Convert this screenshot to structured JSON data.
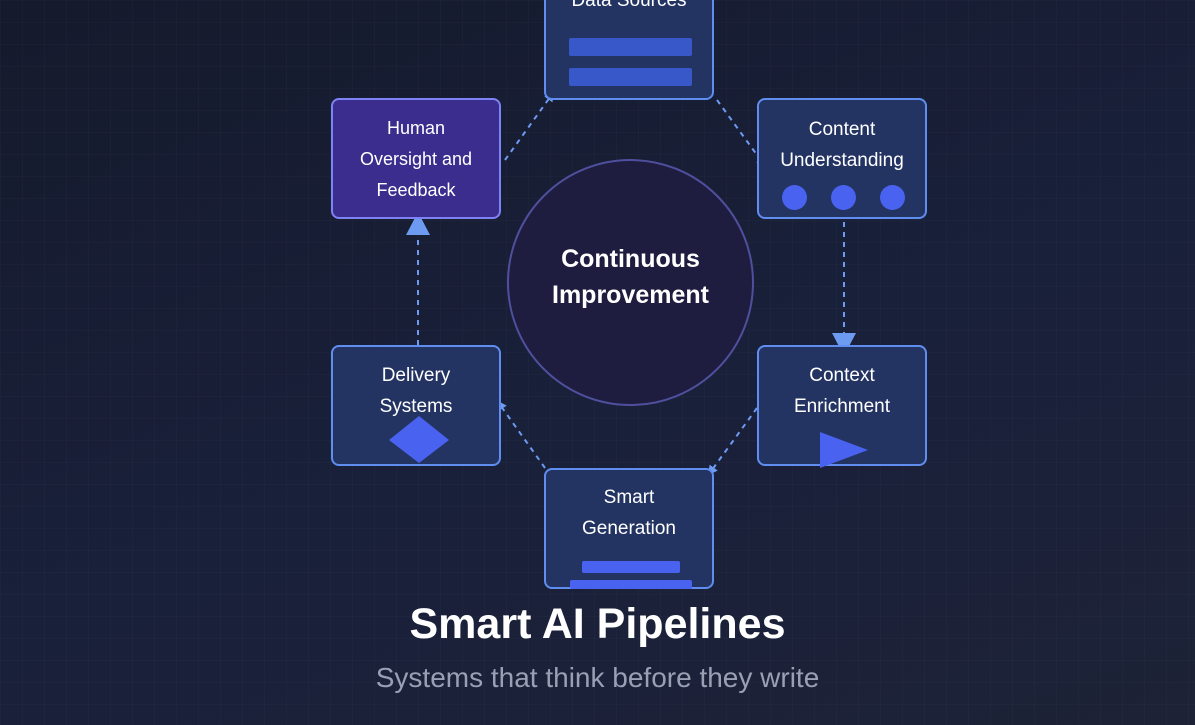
{
  "diagram": {
    "center_label": "Continuous\nImprovement",
    "nodes": {
      "data_sources": "Data Sources",
      "content_understanding": "Content\nUnderstanding",
      "context_enrichment": "Context\nEnrichment",
      "smart_generation": "Smart\nGeneration",
      "delivery_systems": "Delivery\nSystems",
      "human_oversight": "Human\nOversight and\nFeedback"
    },
    "colors": {
      "node_fill": "#233463",
      "node_border": "#5f8ef0",
      "oversight_fill": "#3b2d8e",
      "accent": "#4a62f0",
      "arrow": "#6d9bf2",
      "center_fill": "#1e1d3f"
    }
  },
  "title": "Smart AI Pipelines",
  "subtitle": "Systems that think before they write"
}
